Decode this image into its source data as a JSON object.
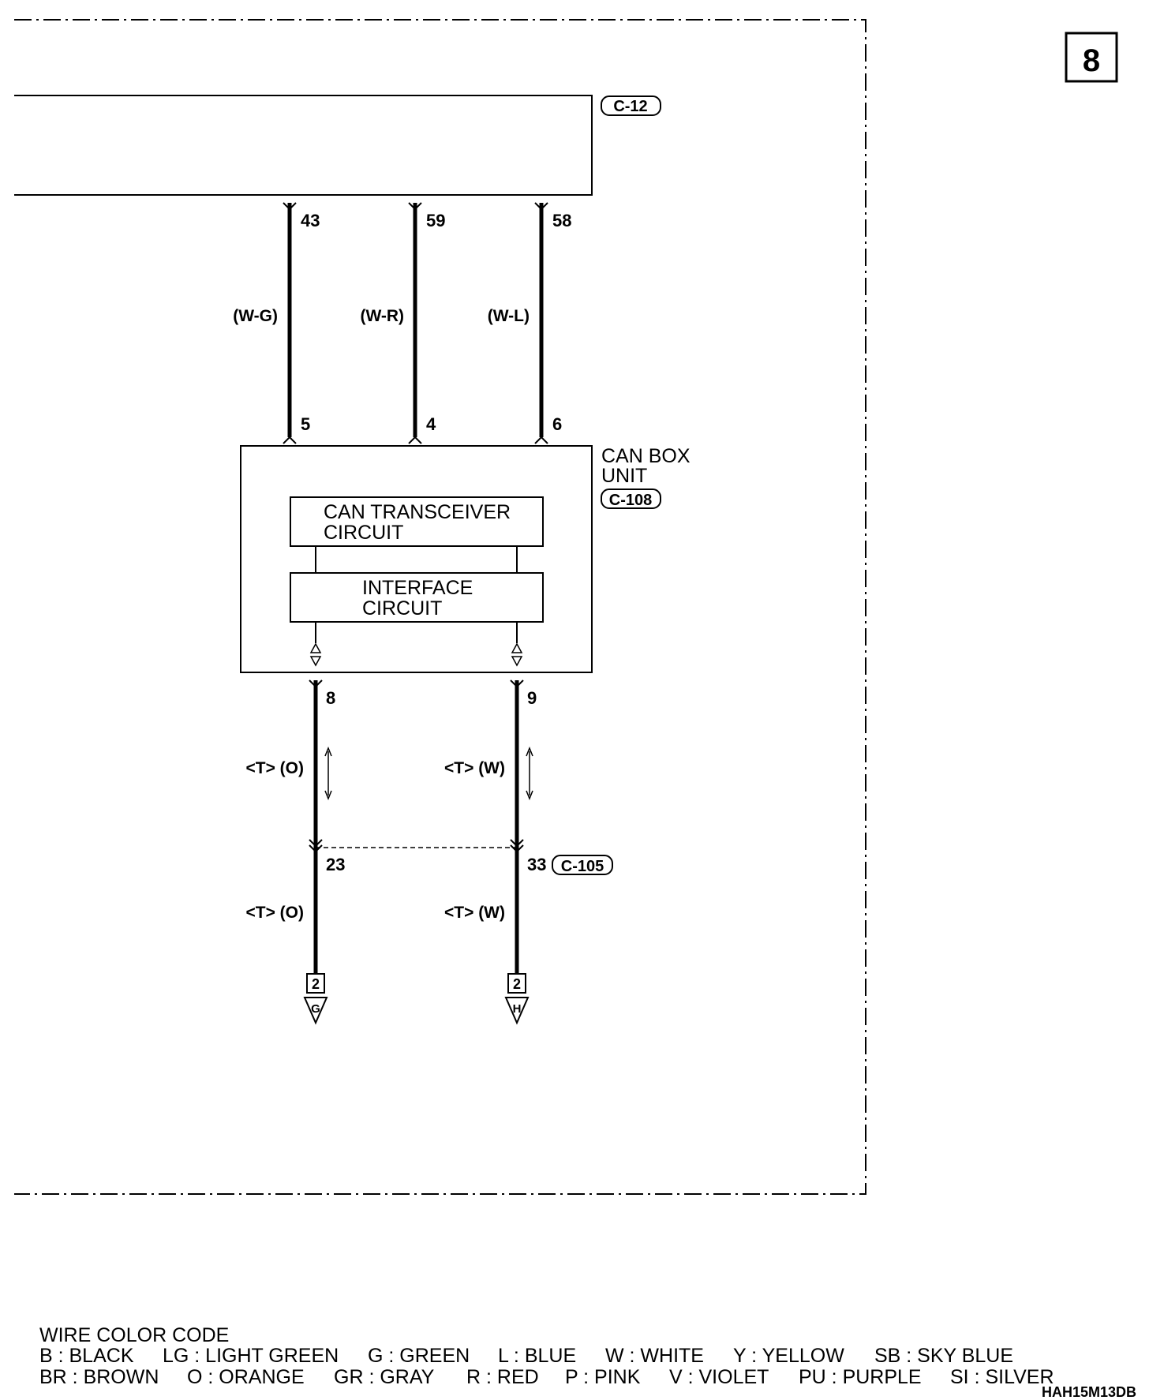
{
  "page_number": "8",
  "top_connector": {
    "label": "C-12"
  },
  "upper_wires": [
    {
      "top_pin": "43",
      "color": "(W-G)",
      "bottom_pin": "5"
    },
    {
      "top_pin": "59",
      "color": "(W-R)",
      "bottom_pin": "4"
    },
    {
      "top_pin": "58",
      "color": "(W-L)",
      "bottom_pin": "6"
    }
  ],
  "can_box": {
    "title_line1": "CAN BOX",
    "title_line2": "UNIT",
    "connector": "C-108",
    "transceiver_line1": "CAN TRANSCEIVER",
    "transceiver_line2": "CIRCUIT",
    "interface_line1": "INTERFACE",
    "interface_line2": "CIRCUIT"
  },
  "lower_wires": [
    {
      "top_pin": "8",
      "upper_color": "<T> (O)",
      "junction_pin": "23",
      "lower_color": "<T> (O)",
      "terminal_number": "2",
      "terminal_letter": "G"
    },
    {
      "top_pin": "9",
      "upper_color": "<T> (W)",
      "junction_pin": "33",
      "lower_color": "<T> (W)",
      "terminal_number": "2",
      "terminal_letter": "H"
    }
  ],
  "junction_connector": "C-105",
  "legend": {
    "title": "WIRE COLOR CODE",
    "row1": [
      "B : BLACK",
      "LG : LIGHT GREEN",
      "G : GREEN",
      "L : BLUE",
      "W : WHITE",
      "Y : YELLOW",
      "SB : SKY BLUE"
    ],
    "row2": [
      "BR : BROWN",
      "O : ORANGE",
      "GR : GRAY",
      "R : RED",
      "P : PINK",
      "V : VIOLET",
      "PU : PURPLE",
      "SI : SILVER"
    ]
  },
  "diagram_code": "HAH15M13DB"
}
